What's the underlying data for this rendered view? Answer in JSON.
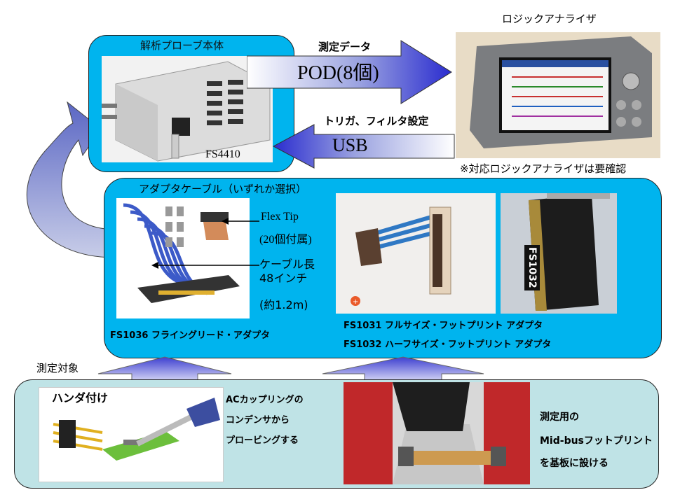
{
  "probe": {
    "title": "解析プローブ本体",
    "model": "FS4410"
  },
  "analyzer": {
    "title": "ロジックアナライザ",
    "note": "※対応ロジックアナライザは要確認"
  },
  "arrows": {
    "data_label": "測定データ",
    "data_text": "POD(8個)",
    "ctrl_label": "トリガ、フィルタ設定",
    "ctrl_text": "USB"
  },
  "adapter": {
    "title": "アダプタケーブル（いずれか選択）",
    "flex_tip": "Flex Tip",
    "flex_count": "(20個付属)",
    "cable_len": "ケーブル長",
    "cable_inch": "48インチ",
    "cable_m": "(約1.2m)",
    "fs1036": "FS1036 フライングリード・アダプタ",
    "fs1031": "FS1031 フルサイズ・フットプリント アダプタ",
    "fs1032": "FS1032 ハーフサイズ・フットプリント アダプタ",
    "fs1032_tag": "FS1032"
  },
  "target": {
    "title": "測定対象",
    "solder_label": "ハンダ付け",
    "ac_lines": [
      "ACカップリングの",
      "コンデンサから",
      "プロービングする"
    ],
    "mid_lines": [
      "測定用の",
      "Mid-busフットプリント",
      "を基板に設ける"
    ]
  }
}
